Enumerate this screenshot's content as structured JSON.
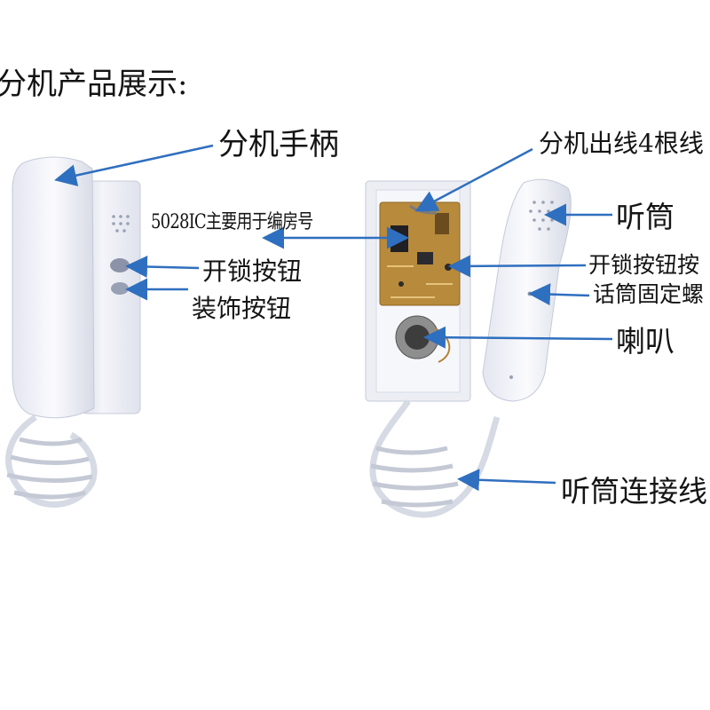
{
  "title": "分机产品展示:",
  "labels": {
    "handset": "分机手柄",
    "ic_chip": "5028IC主要用于编房号",
    "unlock_button": "开锁按钮",
    "decor_button": "装饰按钮",
    "output_wires": "分机出线4根线",
    "earpiece": "听筒",
    "unlock_button_2": "开锁按钮按",
    "mic_screw": "话筒固定螺",
    "speaker": "喇叭",
    "handset_cord": "听筒连接线"
  },
  "colors": {
    "arrow": "#2f6fbf",
    "body": "#eef0f6",
    "pcb": "#b88a3c"
  },
  "icons": [
    "intercom-phone-front",
    "intercom-phone-open-back",
    "handset-back",
    "coiled-cord",
    "circuit-board",
    "speaker-icon"
  ]
}
